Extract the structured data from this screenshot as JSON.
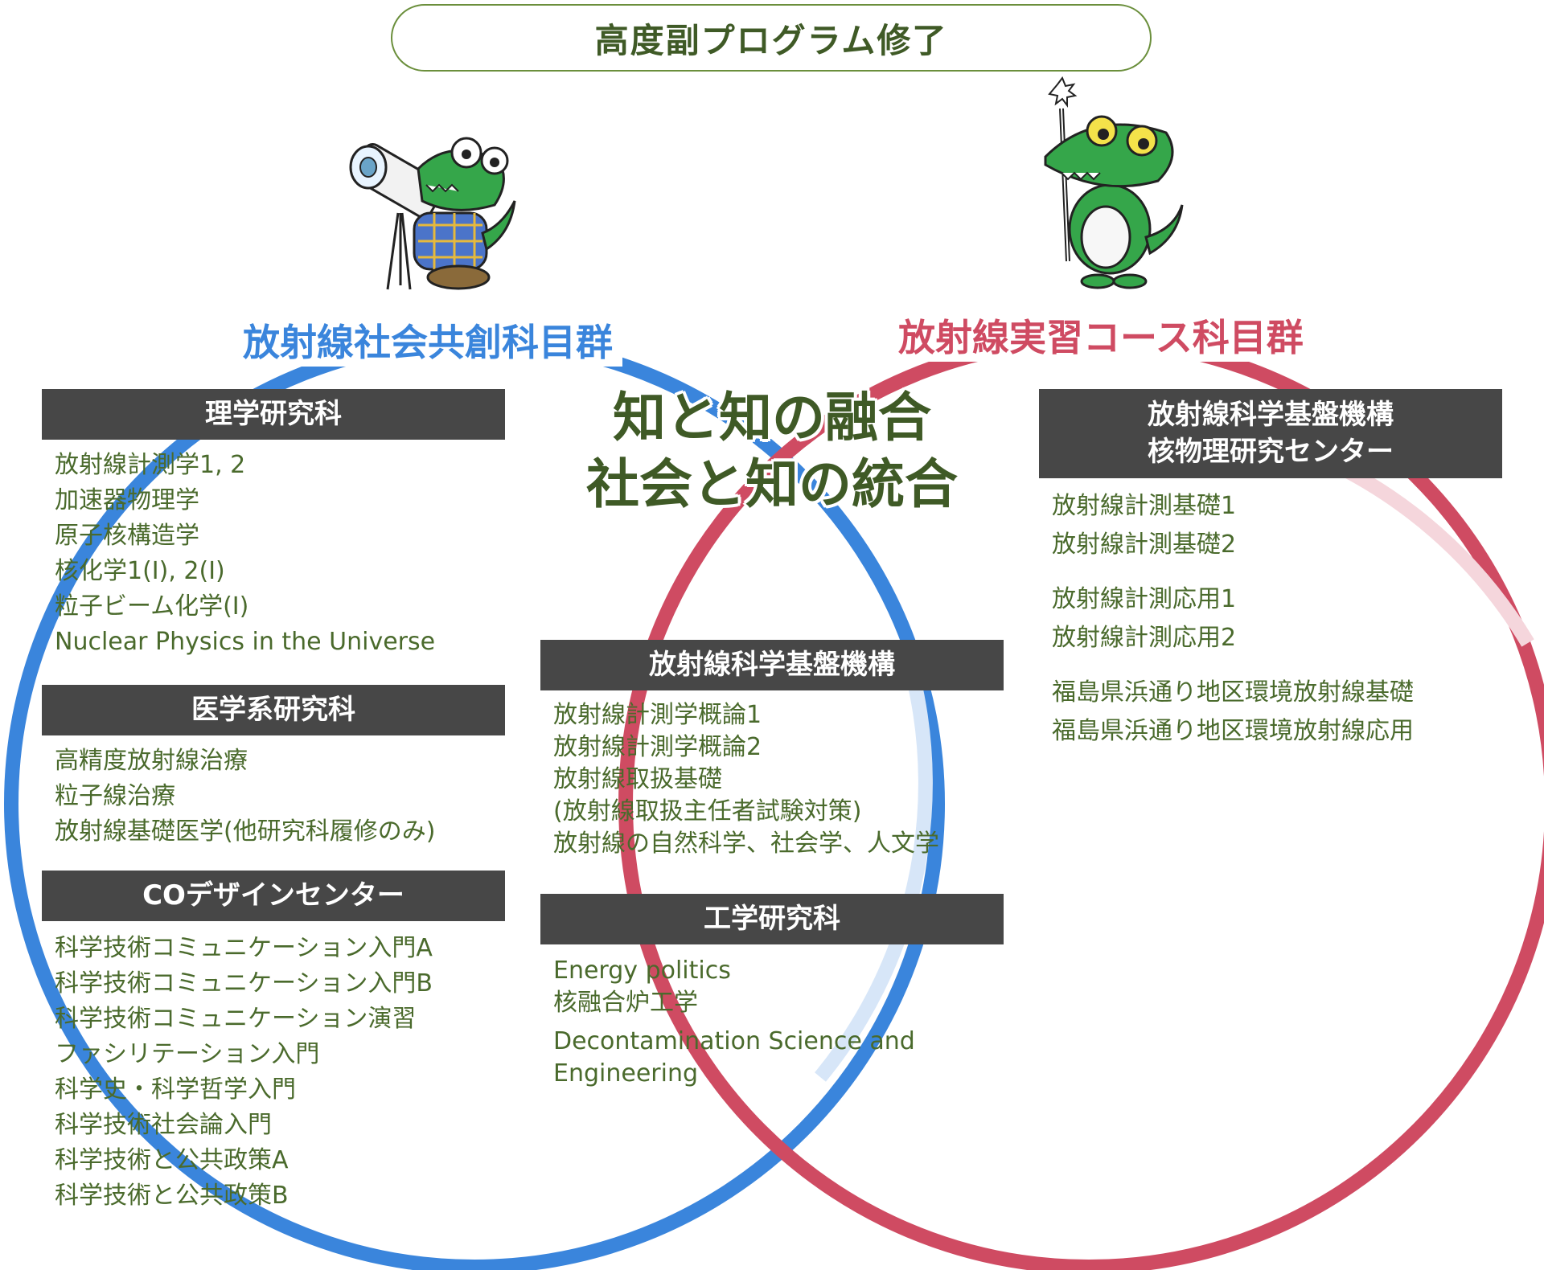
{
  "top_title": "高度副プログラム修了",
  "center_title": [
    "知と知の融合",
    "社会と知の統合"
  ],
  "colors": {
    "blue": "#3a85dc",
    "red": "#cf4b62",
    "green_text": "#4a6a2c",
    "header_bg": "#474747"
  },
  "left_group": {
    "title": "放射線社会共創科目群",
    "sections": [
      {
        "header": "理学研究科",
        "items": [
          "放射線計測学1, 2",
          "加速器物理学",
          "原子核構造学",
          "核化学1(I), 2(I)",
          "粒子ビーム化学(I)",
          "Nuclear Physics in the Universe"
        ]
      },
      {
        "header": "医学系研究科",
        "items": [
          "高精度放射線治療",
          "粒子線治療",
          "放射線基礎医学(他研究科履修のみ)"
        ]
      },
      {
        "header": "COデザインセンター",
        "items": [
          "科学技術コミュニケーション入門A",
          "科学技術コミュニケーション入門B",
          "科学技術コミュニケーション演習",
          "ファシリテーション入門",
          "科学史・科学哲学入門",
          "科学技術社会論入門",
          "科学技術と公共政策A",
          "科学技術と公共政策B"
        ]
      }
    ]
  },
  "center_group": {
    "sections": [
      {
        "header": "放射線科学基盤機構",
        "items": [
          "放射線計測学概論1",
          "放射線計測学概論2",
          "放射線取扱基礎",
          "(放射線取扱主任者試験対策)",
          "放射線の自然科学、社会学、人文学"
        ]
      },
      {
        "header": "工学研究科",
        "items": [
          "Energy politics",
          "核融合炉工学",
          "Decontamination Science and",
          "Engineering"
        ]
      }
    ]
  },
  "right_group": {
    "title": "放射線実習コース科目群",
    "sections": [
      {
        "header_lines": [
          "放射線科学基盤機構",
          "核物理研究センター"
        ],
        "items": [
          "放射線計測基礎1",
          "放射線計測基礎2",
          "放射線計測応用1",
          "放射線計測応用2",
          "福島県浜通り地区環境放射線基礎",
          "福島県浜通り地区環境放射線応用"
        ]
      }
    ]
  }
}
